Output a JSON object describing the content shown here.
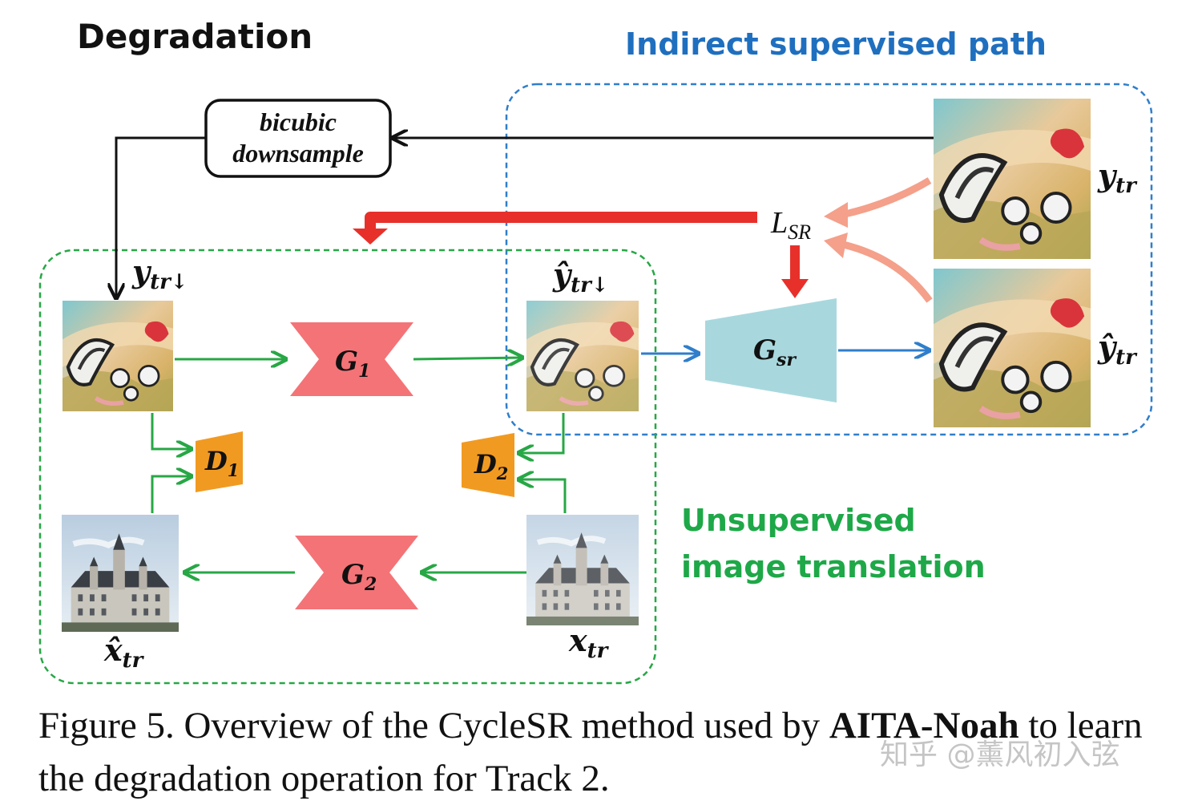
{
  "title_degradation": "Degradation",
  "title_indirect": "Indirect supervised path",
  "title_unsupervised_line1": "Unsupervised",
  "title_unsupervised_line2": "image translation",
  "bicubic_line1": "bicubic",
  "bicubic_line2": "downsample",
  "labels": {
    "ytr_down": {
      "base": "y",
      "sub": "tr↓"
    },
    "yhat_tr_down": {
      "base": "ŷ",
      "sub": "tr↓"
    },
    "ytr": {
      "base": "y",
      "sub": "tr"
    },
    "yhat_tr": {
      "base": "ŷ",
      "sub": "tr"
    },
    "xtr": {
      "base": "x",
      "sub": "tr"
    },
    "xhat_tr": {
      "base": "x̂",
      "sub": "tr"
    },
    "lsr": {
      "base": "L",
      "sub": "SR"
    }
  },
  "modules": {
    "g1": {
      "base": "G",
      "sub": "1"
    },
    "g2": {
      "base": "G",
      "sub": "2"
    },
    "d1": {
      "base": "D",
      "sub": "1"
    },
    "d2": {
      "base": "D",
      "sub": "2"
    },
    "gsr": {
      "base": "G",
      "sub": "sr"
    }
  },
  "caption": {
    "prefix": "Figure 5. Overview of the CycleSR method used by ",
    "bold": "AITA-Noah",
    "suffix": " to learn the degradation operation for Track 2."
  },
  "watermark": "知乎 @薰风初入弦",
  "colors": {
    "green": "#27a745",
    "blue": "#2f7ecb",
    "red": "#e8302b",
    "salmon": "#f4a08a",
    "generator": "#f47377",
    "discriminator": "#f19a22",
    "gsr": "#a8d8de",
    "title_blue": "#1f6fbf",
    "title_green": "#1ea848"
  }
}
